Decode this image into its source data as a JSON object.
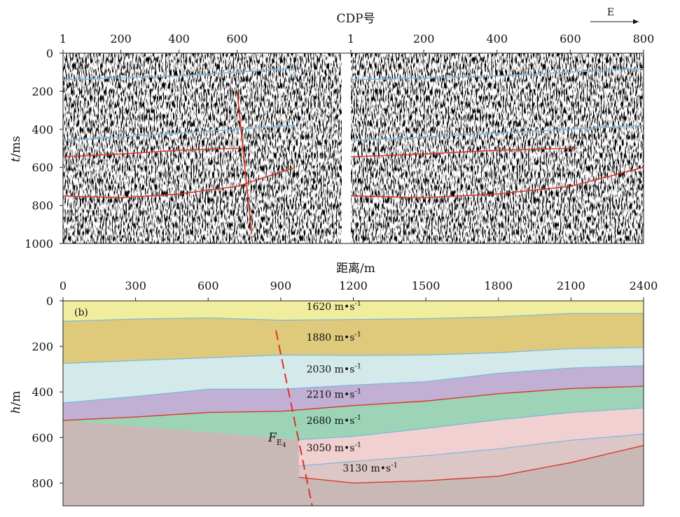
{
  "chart_data": [
    {
      "panel_label": "(a)",
      "type": "line",
      "top_axis_title": "CDP号",
      "direction_label": "E",
      "x_ticks_left": [
        "1",
        "200",
        "400",
        "600"
      ],
      "x_ticks_right": [
        "1",
        "200",
        "400",
        "600",
        "800"
      ],
      "xlim_left": [
        1,
        960
      ],
      "xlim_right": [
        1,
        800
      ],
      "ylabel_italic": "t",
      "ylabel_unit": "/ms",
      "y_ticks": [
        "0",
        "200",
        "400",
        "600",
        "800",
        "1000"
      ],
      "ylim": [
        0,
        1000
      ],
      "y_inverted": true,
      "series": [
        {
          "color": "#d63a2a",
          "x": [
            1,
            200,
            400,
            600,
            620
          ],
          "y": [
            545,
            530,
            510,
            500,
            500
          ]
        },
        {
          "color": "#d63a2a",
          "x": [
            1,
            200,
            400,
            600,
            800
          ],
          "y": [
            750,
            760,
            740,
            700,
            600
          ]
        },
        {
          "color": "#7fb8e0",
          "x": [
            1,
            200,
            400,
            600,
            800
          ],
          "y": [
            460,
            440,
            420,
            400,
            380
          ]
        },
        {
          "color": "#7fb8e0",
          "x": [
            1,
            200,
            400,
            600,
            800
          ],
          "y": [
            140,
            130,
            120,
            100,
            80
          ]
        }
      ],
      "faults": [
        {
          "color": "#d63a2a",
          "x": [
            600,
            650
          ],
          "y": [
            200,
            950
          ]
        }
      ]
    },
    {
      "panel_label": "(b)",
      "type": "area",
      "top_axis_title": "距离/m",
      "x_ticks": [
        "0",
        "300",
        "600",
        "900",
        "1200",
        "1500",
        "1800",
        "2100",
        "2400"
      ],
      "xlim": [
        0,
        2400
      ],
      "ylabel_italic": "h",
      "ylabel_unit": "/m",
      "y_ticks": [
        "0",
        "200",
        "400",
        "600",
        "800"
      ],
      "ylim": [
        0,
        900
      ],
      "y_inverted": true,
      "layers": [
        {
          "velocity": "1620",
          "color": "#f0ee9e"
        },
        {
          "velocity": "1880",
          "color": "#dfca7b"
        },
        {
          "velocity": "2030",
          "color": "#d4e9e9"
        },
        {
          "velocity": "2210",
          "color": "#c2b0d4"
        },
        {
          "velocity": "2680",
          "color": "#9dd4b8"
        },
        {
          "velocity": "3050",
          "color": "#f0d0d0"
        },
        {
          "velocity": "3130",
          "color": "#ddc6c6"
        },
        {
          "velocity": "",
          "color": "#c9b9b6"
        }
      ],
      "velocity_unit": "m•s",
      "velocity_exponent": "-1",
      "fault_label": "F",
      "fault_label_sub": "E",
      "fault_label_subsub": "4"
    }
  ]
}
